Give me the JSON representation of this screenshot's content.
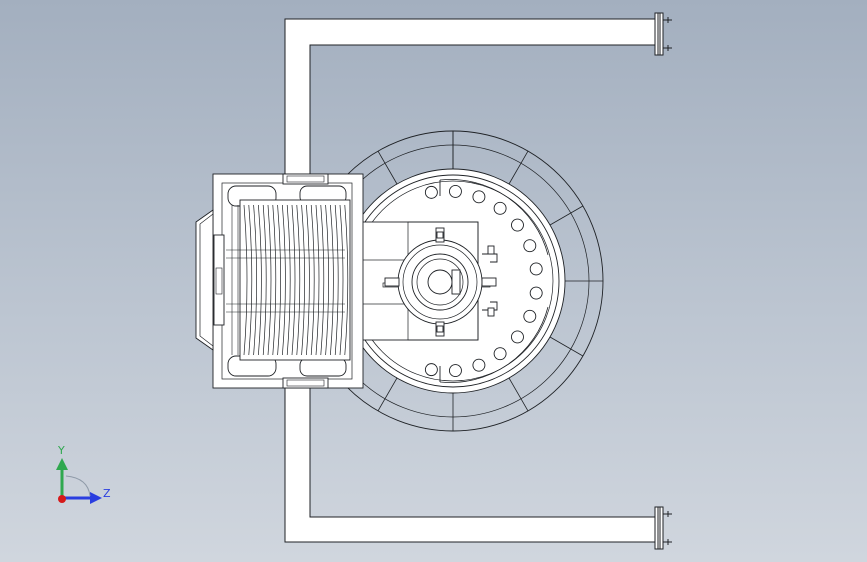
{
  "view": {
    "background_top": "#a3afbf",
    "background_bottom": "#d0d6de",
    "line_color": "#1f2226",
    "part_fill": "#ffffff"
  },
  "triad": {
    "y_label": "Y",
    "z_label": "Z",
    "y_color": "#2fa84f",
    "z_color": "#2a3ee0",
    "origin_color": "#d61a1a"
  },
  "pulley": {
    "bolt_holes": 14
  },
  "drum": {
    "coil_turns": 22
  }
}
